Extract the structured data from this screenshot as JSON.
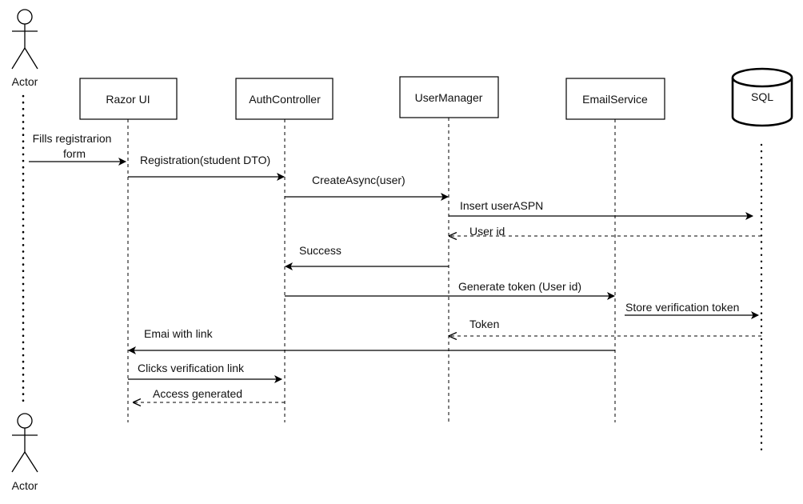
{
  "actors": {
    "top_label": "Actor",
    "bottom_label": "Actor"
  },
  "participants": [
    {
      "id": "razor",
      "label": "Razor UI"
    },
    {
      "id": "auth",
      "label": "AuthController"
    },
    {
      "id": "usermgr",
      "label": "UserManager"
    },
    {
      "id": "email",
      "label": "EmailService"
    },
    {
      "id": "sql",
      "label": "SQL"
    }
  ],
  "messages": [
    {
      "from": "actor",
      "to": "razor",
      "style": "solid",
      "lines": [
        "Fills registrarion",
        "form"
      ]
    },
    {
      "from": "razor",
      "to": "auth",
      "style": "solid",
      "lines": [
        "Registration(student DTO)"
      ]
    },
    {
      "from": "auth",
      "to": "usermgr",
      "style": "solid",
      "lines": [
        "CreateAsync(user)"
      ]
    },
    {
      "from": "usermgr",
      "to": "sql",
      "style": "solid",
      "lines": [
        "Insert userASPN"
      ]
    },
    {
      "from": "sql",
      "to": "usermgr",
      "style": "dashed",
      "lines": [
        "User id"
      ]
    },
    {
      "from": "usermgr",
      "to": "auth",
      "style": "solid",
      "lines": [
        "Success"
      ]
    },
    {
      "from": "auth",
      "to": "email",
      "style": "solid",
      "lines": [
        "Generate token (User id)"
      ]
    },
    {
      "from": "email",
      "to": "sql",
      "style": "solid",
      "lines": [
        "Store verification token"
      ]
    },
    {
      "from": "sql",
      "to": "usermgr",
      "style": "dashed",
      "lines": [
        "Token"
      ]
    },
    {
      "from": "email",
      "to": "razor",
      "style": "solid",
      "lines": [
        "Emai with link"
      ]
    },
    {
      "from": "razor",
      "to": "auth",
      "style": "solid",
      "lines": [
        "Clicks verification link"
      ]
    },
    {
      "from": "auth",
      "to": "razor",
      "style": "dashed",
      "lines": [
        "Access generated"
      ]
    }
  ]
}
